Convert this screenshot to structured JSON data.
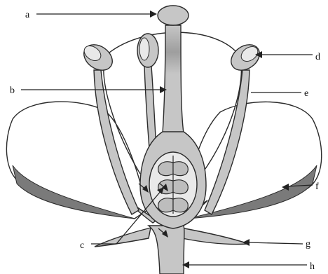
{
  "labels": {
    "a": "a",
    "b_upper": "b",
    "c": "c",
    "d": "d",
    "e": "e",
    "f": "f",
    "g": "g",
    "h": "h"
  },
  "colors": {
    "outline": "#2b2b2b",
    "petal_fill": "#ffffff",
    "petal_shade": "#7a7a7a",
    "organ_fill": "#c6c6c6",
    "style_dark": "#9a9a9a",
    "ovary_fill": "#bdbdbd",
    "chamber_fill": "#e9e9e9"
  }
}
